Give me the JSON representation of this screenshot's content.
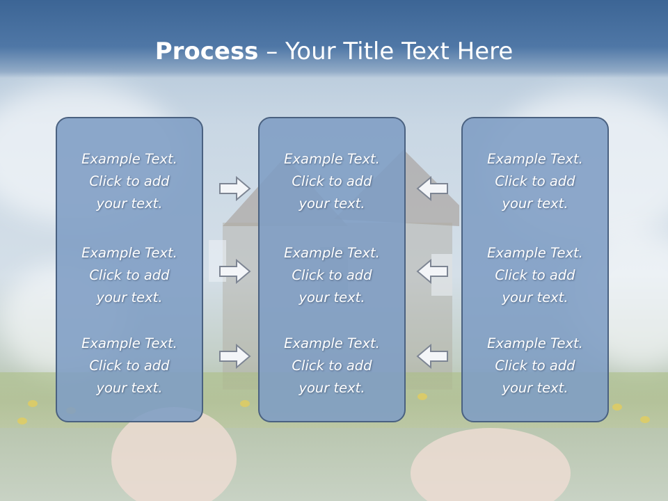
{
  "slide": {
    "title_bold": "Process",
    "title_rest": " – Your Title Text Here"
  },
  "columns": [
    {
      "items": [
        [
          "Example Text.",
          "Click  to add",
          "your text."
        ],
        [
          "Example Text.",
          "Click  to add",
          "your text."
        ],
        [
          "Example Text.",
          "Click  to add",
          "your text."
        ]
      ]
    },
    {
      "items": [
        [
          "Example Text.",
          "Click  to add",
          "your text."
        ],
        [
          "Example Text.",
          "Click  to add",
          "your text."
        ],
        [
          "Example Text.",
          "Click  to add",
          "your text."
        ]
      ]
    },
    {
      "items": [
        [
          "Example Text.",
          "Click  to add",
          "your text."
        ],
        [
          "Example Text.",
          "Click  to add",
          "your text."
        ],
        [
          "Example Text.",
          "Click  to add",
          "your text."
        ]
      ]
    }
  ],
  "arrows": {
    "left_group": "right-arrow-icon",
    "right_group": "left-arrow-icon"
  },
  "colors": {
    "header": "#3c6595",
    "box_fill": "#7e9dc4",
    "box_border": "#4a6180",
    "text": "#ffffff"
  }
}
